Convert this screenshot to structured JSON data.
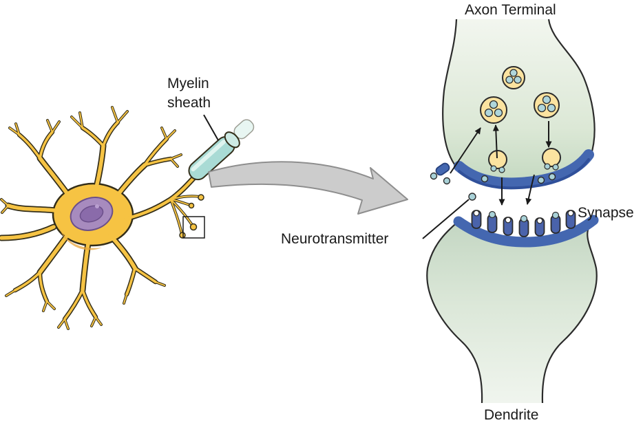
{
  "figure": {
    "type": "biology-diagram",
    "subject": "Neuron and synapse (axon terminal detail)",
    "labels": {
      "axon_terminal": "Axon Terminal",
      "myelin_line1": "Myelin",
      "myelin_line2": "sheath",
      "neurotransmitter": "Neurotransmitter",
      "synapse": "Synapse",
      "dendrite": "Dendrite"
    },
    "colors": {
      "neuron_yellow": "#f6c343",
      "neuron_outline": "#332e1a",
      "nucleus_purple": "#a78bbe",
      "nucleus_inner": "#8a6baa",
      "myelin_teal": "#a9dbd5",
      "myelin_cap": "#cdeae4",
      "terminal_green_top": "#f2f6ef",
      "terminal_green_bottom": "#c3d8c0",
      "membrane_blue": "#4467b0",
      "membrane_blue_dark": "#30509a",
      "vesicle_yellow": "#fbe3a0",
      "vesicle_ball_teal": "#afd6dc",
      "neurotransmitter_teal": "#a9d2d8",
      "receptor_blue": "#4a63ab",
      "zoom_arrow_gray": "#cccccc",
      "label_text": "#1a1a1a"
    }
  }
}
